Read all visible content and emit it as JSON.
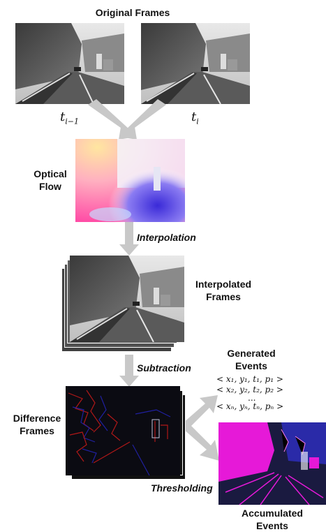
{
  "labels": {
    "original_frames": "Original Frames",
    "optical_flow_line1": "Optical",
    "optical_flow_line2": "Flow",
    "interpolation": "Interpolation",
    "interpolated_line1": "Interpolated",
    "interpolated_line2": "Frames",
    "subtraction": "Subtraction",
    "generated_line1": "Generated",
    "generated_line2": "Events",
    "difference_line1": "Difference",
    "difference_line2": "Frames",
    "thresholding": "Thresholding",
    "accumulated_line1": "Accumulated",
    "accumulated_line2": "Events"
  },
  "time_labels": {
    "t_prev_base": "t",
    "t_prev_sub": "i−1",
    "t_curr_base": "t",
    "t_curr_sub": "i"
  },
  "events": {
    "row1": "< x₁, y₁, t₁, p₁ >",
    "row2": "< x₂, y₂, t₂, p₂ >",
    "ellipsis": "...",
    "rowN": "< xₙ, yₙ, tₙ, pₙ >"
  },
  "colors": {
    "arrow": "#c8c8c8",
    "positive_event": "#e619d8",
    "negative_event": "#2a2aa8",
    "difference_red": "#b01818",
    "difference_blue": "#2020a0"
  }
}
